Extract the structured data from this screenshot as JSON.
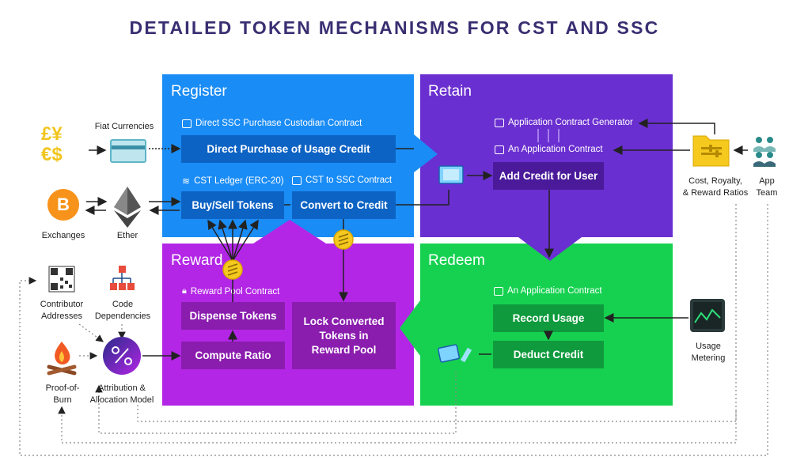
{
  "title": "DETAILED TOKEN MECHANISMS FOR CST AND SSC",
  "panels": {
    "register": "Register",
    "retain": "Retain",
    "reward": "Reward",
    "redeem": "Redeem"
  },
  "contracts": {
    "direct_ssc": "Direct SSC Purchase Custodian Contract",
    "cst_ledger": "CST Ledger (ERC-20)",
    "cst_to_ssc": "CST to SSC Contract",
    "app_generator": "Application Contract Generator",
    "app_contract_retain": "An Application Contract",
    "reward_pool": "Reward Pool Contract",
    "app_contract_redeem": "An Application Contract"
  },
  "boxes": {
    "direct_purchase": "Direct Purchase of Usage Credit",
    "buy_sell": "Buy/Sell Tokens",
    "convert": "Convert to Credit",
    "add_credit": "Add Credit for User",
    "dispense": "Dispense Tokens",
    "compute_ratio": "Compute Ratio",
    "lock": "Lock Converted Tokens in Reward Pool",
    "record_usage": "Record Usage",
    "deduct_credit": "Deduct Credit"
  },
  "actors": {
    "fiat": "Fiat Currencies",
    "exchanges": "Exchanges",
    "ether": "Ether",
    "contributor_1": "Contributor",
    "contributor_2": "Addresses",
    "code_1": "Code",
    "code_2": "Dependencies",
    "pob_1": "Proof-of-",
    "pob_2": "Burn",
    "attr_1": "Attribution &",
    "attr_2": "Allocation Model",
    "cost_1": "Cost, Royalty,",
    "cost_2": "& Reward Ratios",
    "app_1": "App",
    "app_2": "Team",
    "usage_1": "Usage",
    "usage_2": "Metering"
  },
  "currency_symbols": [
    "£",
    "¥",
    "€",
    "$"
  ],
  "bitcoin_symbol": "B",
  "colors": {
    "register": "#1a8cf5",
    "retain": "#6a2fd0",
    "reward": "#b326e6",
    "redeem": "#16d150",
    "title": "#3a2e72",
    "gold": "#f5c91e"
  }
}
